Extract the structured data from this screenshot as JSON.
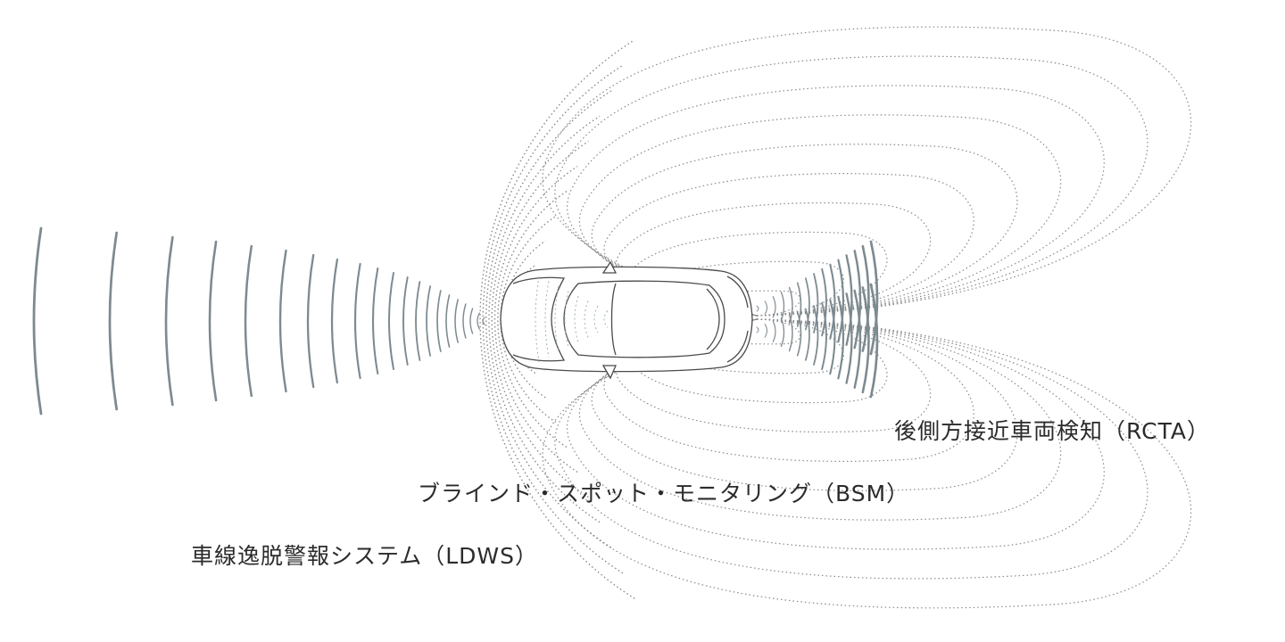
{
  "labels": {
    "rcta": "後側方接近車両検知（RCTA）",
    "bsm": "ブラインド・スポット・モニタリング（BSM）",
    "ldws": "車線逸脱警報システム（LDWS）"
  },
  "colors": {
    "text": "#2b2b2b",
    "wave_solid": "#7d8a90",
    "wave_dotted": "#8a8a8a",
    "car_outline": "#4a4a4a",
    "background": "#ffffff"
  }
}
